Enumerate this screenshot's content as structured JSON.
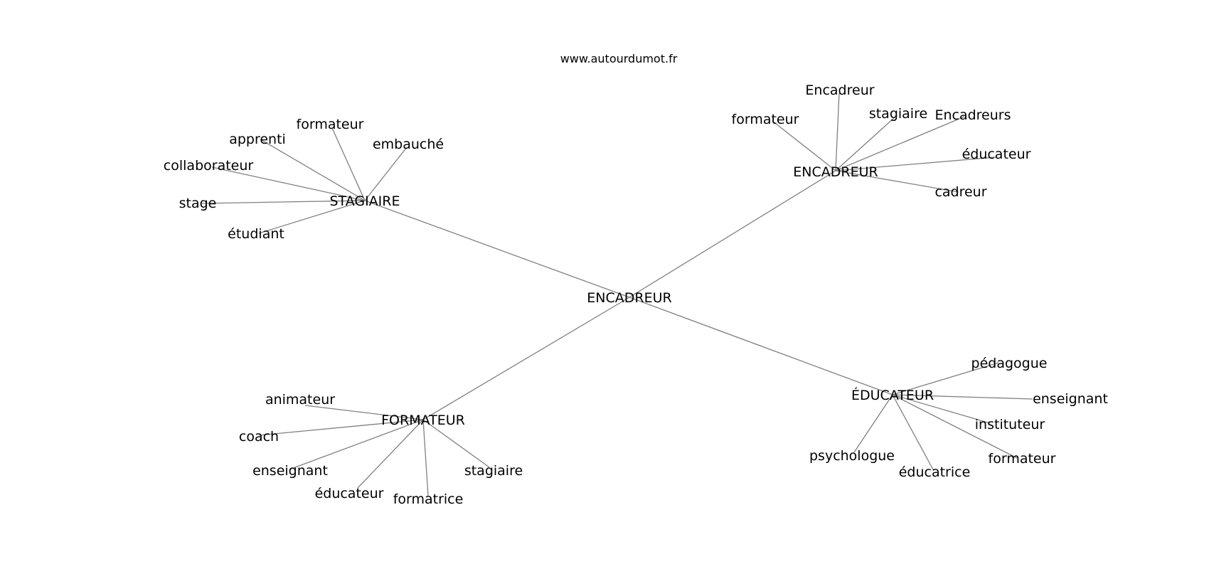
{
  "source": "www.autourdumot.fr",
  "center": {
    "label": "ENCADREUR"
  },
  "clusters": [
    {
      "label": "STAGIAIRE",
      "neighbors": [
        "formateur",
        "apprenti",
        "embauché",
        "collaborateur",
        "stage",
        "étudiant"
      ]
    },
    {
      "label": "ENCADREUR",
      "neighbors": [
        "Encadreur",
        "formateur",
        "stagiaire",
        "Encadreurs",
        "éducateur",
        "cadreur"
      ]
    },
    {
      "label": "FORMATEUR",
      "neighbors": [
        "animateur",
        "coach",
        "enseignant",
        "éducateur",
        "formatrice",
        "stagiaire"
      ]
    },
    {
      "label": "ÉDUCATEUR",
      "neighbors": [
        "pédagogue",
        "enseignant",
        "instituteur",
        "formateur",
        "psychologue",
        "éducatrice"
      ]
    }
  ]
}
